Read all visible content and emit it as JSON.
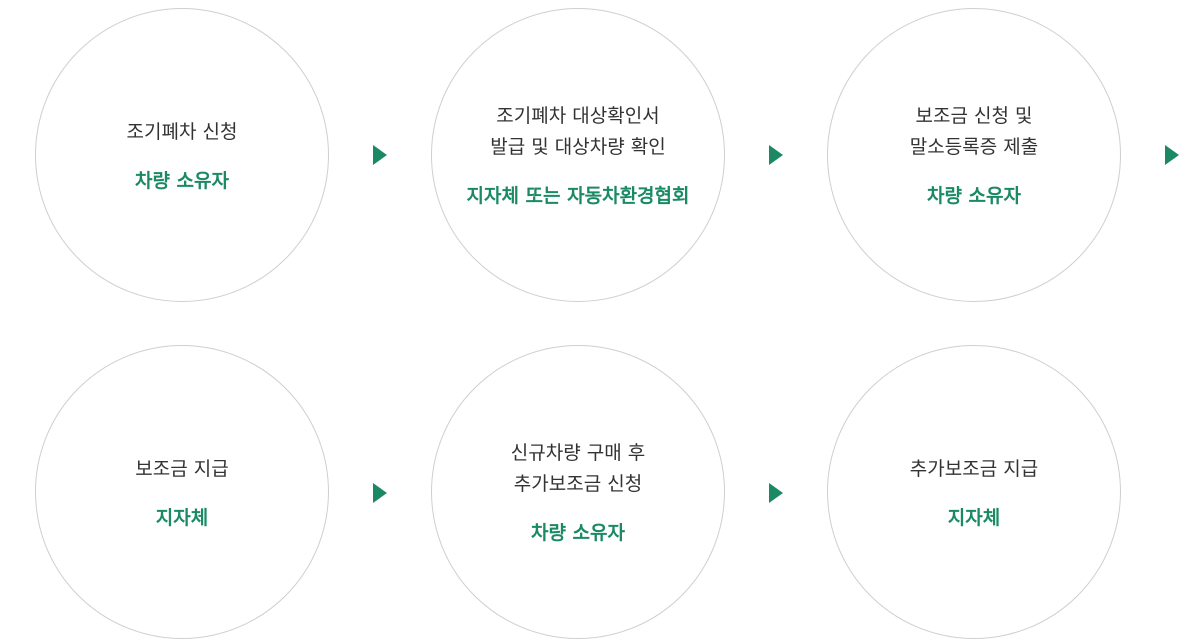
{
  "steps": [
    {
      "title": "조기폐차 신청",
      "actor": "차량 소유자"
    },
    {
      "title": "조기폐차 대상확인서\n발급 및 대상차량 확인",
      "actor": "지자체 또는 자동차환경협회"
    },
    {
      "title": "보조금 신청 및\n말소등록증 제출",
      "actor": "차량 소유자"
    },
    {
      "title": "보조금 지급",
      "actor": "지자체"
    },
    {
      "title": "신규차량 구매 후\n추가보조금 신청",
      "actor": "차량 소유자"
    },
    {
      "title": "추가보조금 지급",
      "actor": "지자체"
    }
  ],
  "colors": {
    "accent": "#1b8a64",
    "text": "#333333",
    "circle_border": "#cfcfcf"
  },
  "icons": {
    "arrow": "triangle-right-icon"
  }
}
